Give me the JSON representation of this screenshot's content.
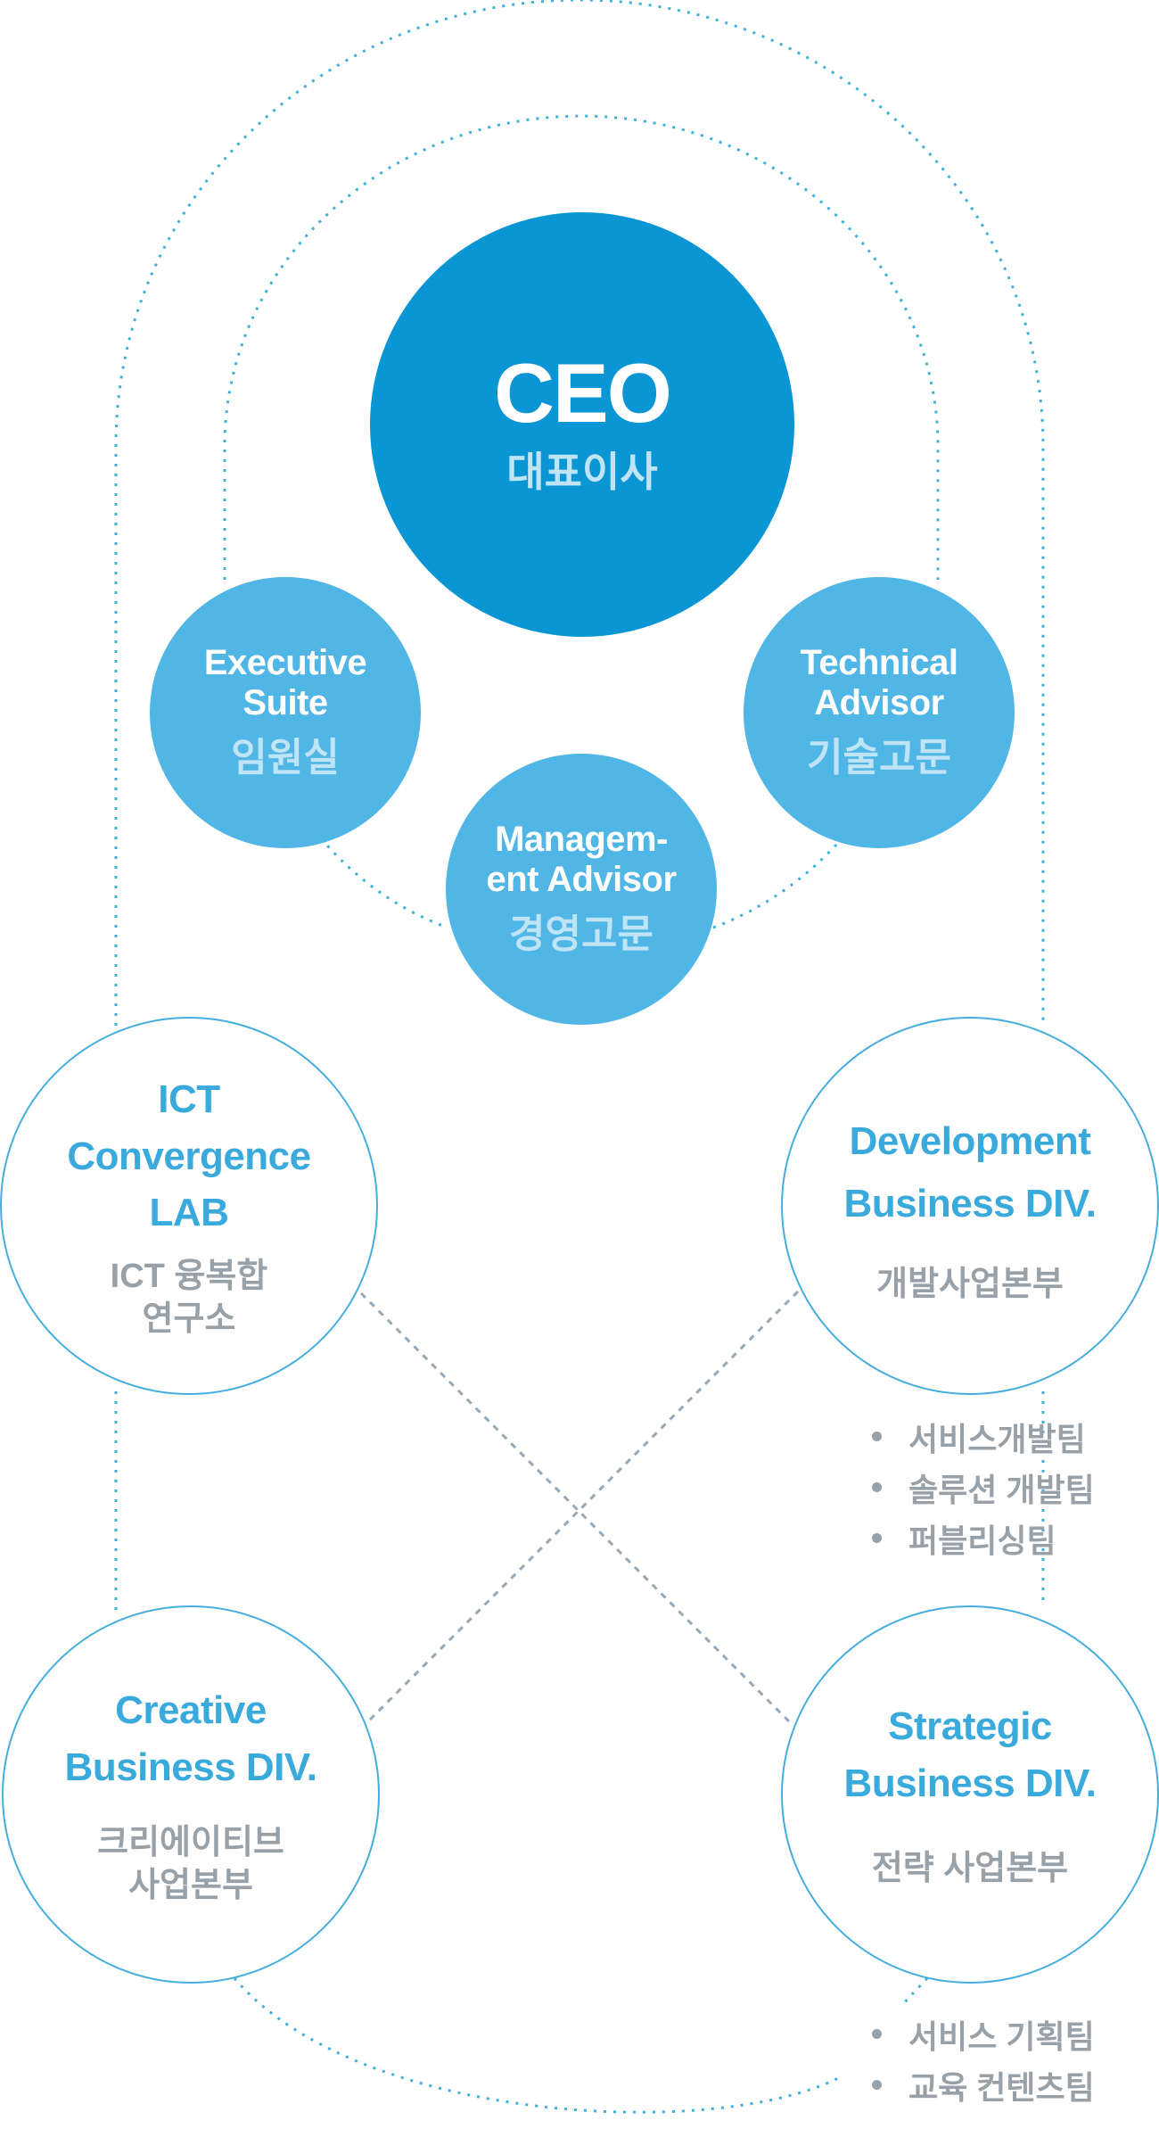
{
  "ceo": {
    "title": "CEO",
    "subtitle": "대표이사"
  },
  "executive_suite": {
    "line1": "Executive",
    "line2": "Suite",
    "ko": "임원실"
  },
  "technical_advisor": {
    "line1": "Technical",
    "line2": "Advisor",
    "ko": "기술고문"
  },
  "management_advisor": {
    "line1": "Managem-",
    "line2": "ent Advisor",
    "ko": "경영고문"
  },
  "ict_lab": {
    "line1": "ICT",
    "line2": "Convergence",
    "line3": "LAB",
    "ko1": "ICT 융복합",
    "ko2": "연구소"
  },
  "development_div": {
    "line1": "Development",
    "line2": "Business DIV.",
    "ko": "개발사업본부",
    "teams": [
      "서비스개발팀",
      "솔루션 개발팀",
      "퍼블리싱팀"
    ]
  },
  "creative_div": {
    "line1": "Creative",
    "line2": "Business DIV.",
    "ko1": "크리에이티브",
    "ko2": "사업본부"
  },
  "strategic_div": {
    "line1": "Strategic",
    "line2": "Business DIV.",
    "ko": "전략 사업본부",
    "teams": [
      "서비스 기획팀",
      "교육 컨텐츠팀"
    ]
  },
  "colors": {
    "ceo": "#0a96d4",
    "secondary": "#4fb6e5",
    "outline": "#45aede",
    "connector": "#3fb0dc",
    "cross_line": "#98a8b4",
    "grey_text": "#98a0a8"
  }
}
